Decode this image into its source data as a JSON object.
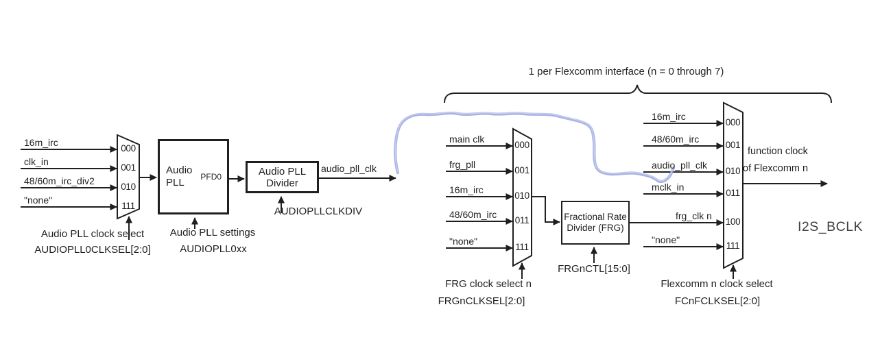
{
  "figure": {
    "brace_label": "1 per Flexcomm interface (n = 0 through 7)",
    "annotation": "I2S_BCLK"
  },
  "colors": {
    "line": "#1f1f1f",
    "handwritten_blue": "#94a0dc",
    "background": "#ffffff"
  },
  "audio_pll_mux": {
    "inputs": [
      {
        "label": "16m_irc",
        "code": "000"
      },
      {
        "label": "clk_in",
        "code": "001"
      },
      {
        "label": "48/60m_irc_div2",
        "code": "010"
      },
      {
        "label": "\"none\"",
        "code": "111"
      }
    ],
    "select_line1": "Audio PLL clock select",
    "select_line2": "AUDIOPLL0CLKSEL[2:0]"
  },
  "audio_pll_block": {
    "title_line1": "Audio",
    "title_line2": "PLL",
    "port": "PFD0",
    "settings_line1": "Audio PLL settings",
    "settings_line2": "AUDIOPLL0xx"
  },
  "audio_pll_divider_block": {
    "title_line1": "Audio PLL",
    "title_line2": "Divider",
    "control": "AUDIOPLLCLKDIV",
    "output_signal": "audio_pll_clk"
  },
  "frg_mux": {
    "inputs": [
      {
        "label": "main clk",
        "code": "000"
      },
      {
        "label": "frg_pll",
        "code": "001"
      },
      {
        "label": "16m_irc",
        "code": "010"
      },
      {
        "label": "48/60m_irc",
        "code": "011"
      },
      {
        "label": "\"none\"",
        "code": "111"
      }
    ],
    "select_line1": "FRG clock select n",
    "select_line2": "FRGnCLKSEL[2:0]"
  },
  "frg_block": {
    "title_line1": "Fractional Rate",
    "title_line2": "Divider (FRG)",
    "control": "FRGnCTL[15:0]"
  },
  "flexcomm_mux": {
    "inputs": [
      {
        "label": "16m_irc",
        "code": "000"
      },
      {
        "label": "48/60m_irc",
        "code": "001"
      },
      {
        "label": "audio_pll_clk",
        "code": "010"
      },
      {
        "label": "mclk_in",
        "code": "011"
      },
      {
        "label": "frg_clk n",
        "code": "100"
      },
      {
        "label": "\"none\"",
        "code": "111"
      }
    ],
    "select_line1": "Flexcomm n clock select",
    "select_line2": "FCnFCLKSEL[2:0]"
  },
  "output": {
    "line1": "function clock",
    "line2": "of Flexcomm n"
  }
}
